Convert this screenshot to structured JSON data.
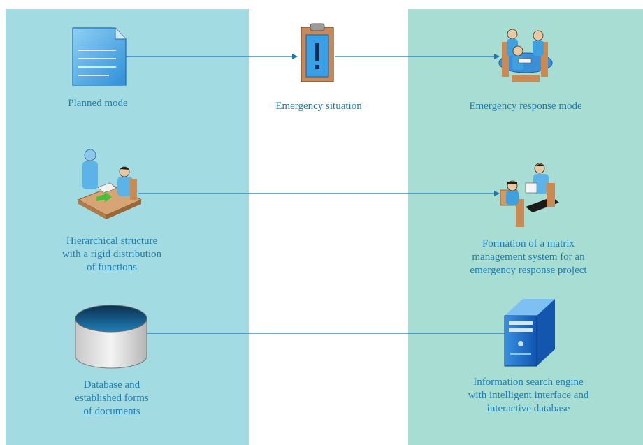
{
  "colors": {
    "left_panel": "#a3dbe3",
    "right_panel": "#a7ddd3",
    "connector": "#1b78b4",
    "label_text": "#1f7fb2"
  },
  "nodes": {
    "planned_mode": {
      "lines": [
        "Planned mode"
      ],
      "icon": "document-icon"
    },
    "emergency_situation": {
      "lines": [
        "Emergency situation"
      ],
      "icon": "clipboard-warning-icon"
    },
    "emergency_response_mode": {
      "lines": [
        "Emergency response mode"
      ],
      "icon": "team-meeting-icon"
    },
    "hierarchical_structure": {
      "lines": [
        "Hierarchical structure",
        "with a rigid distribution",
        "of functions"
      ],
      "icon": "handover-desk-icon"
    },
    "matrix_management": {
      "lines": [
        "Formation of a matrix",
        "management system for an",
        "emergency response project"
      ],
      "icon": "workstation-team-icon"
    },
    "database_forms": {
      "lines": [
        "Database and",
        "established forms",
        "of documents"
      ],
      "icon": "database-cylinder-icon"
    },
    "search_engine": {
      "lines": [
        "Information search engine",
        "with intelligent interface and",
        "interactive database"
      ],
      "icon": "server-tower-icon"
    }
  }
}
